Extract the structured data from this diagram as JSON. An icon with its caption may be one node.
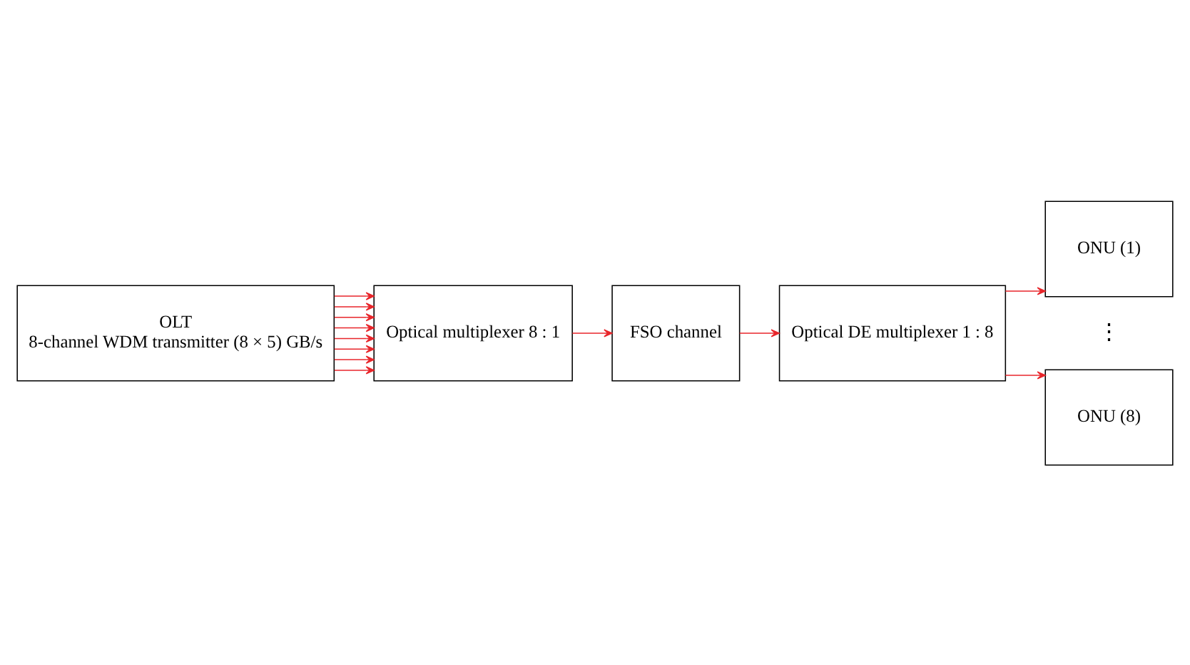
{
  "diagram": {
    "nodes": [
      {
        "text": [
          "OLT",
          "8-channel WDM transmitter (8 × 5) GB/s"
        ]
      },
      {
        "text": [
          "Optical multiplexer 8 : 1"
        ]
      },
      {
        "text": [
          "FSO channel"
        ]
      },
      {
        "text": [
          "Optical DE multiplexer 1 : 8"
        ]
      },
      {
        "text": [
          "ONU (1)"
        ]
      },
      {
        "text": [
          "ONU (8)"
        ]
      }
    ],
    "edges": [
      {
        "from": 0,
        "to": 1,
        "arrow": "to"
      },
      {
        "from": 0,
        "to": 1,
        "arrow": "to"
      },
      {
        "from": 0,
        "to": 1,
        "arrow": "to"
      },
      {
        "from": 0,
        "to": 1,
        "arrow": "to"
      },
      {
        "from": 0,
        "to": 1,
        "arrow": "to"
      },
      {
        "from": 0,
        "to": 1,
        "arrow": "to"
      },
      {
        "from": 0,
        "to": 1,
        "arrow": "to"
      },
      {
        "from": 0,
        "to": 1,
        "arrow": "to"
      },
      {
        "from": 1,
        "to": 2,
        "arrow": "to"
      },
      {
        "from": 2,
        "to": 3,
        "arrow": "to"
      },
      {
        "from": 3,
        "to": 4,
        "arrow": "to"
      },
      {
        "from": 3,
        "to": 5,
        "arrow": "to"
      }
    ],
    "labels": [
      "⋮"
    ]
  }
}
